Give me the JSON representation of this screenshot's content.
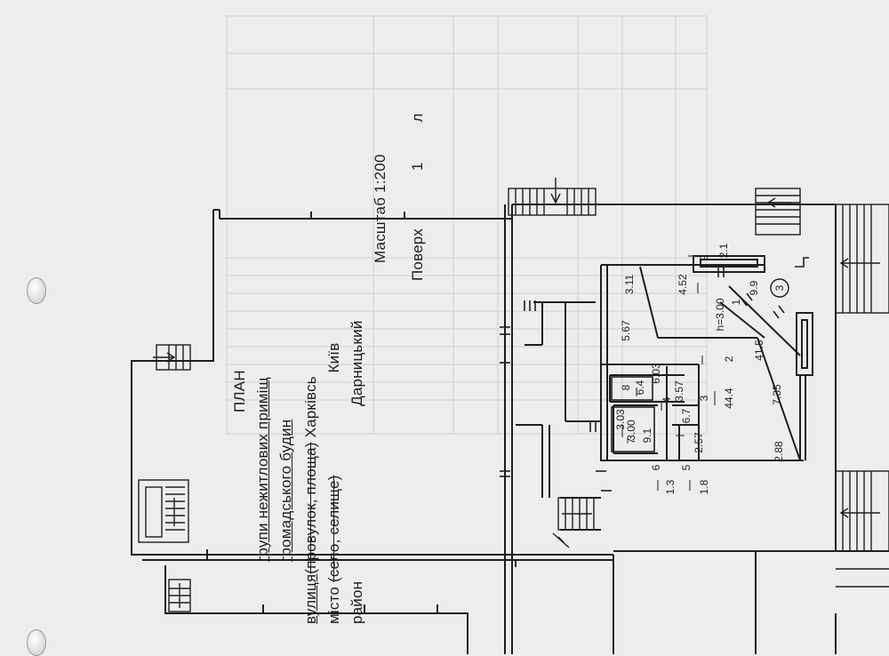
{
  "title_block": {
    "heading": "ПЛАН",
    "line1": "групи нежитлових приміщ",
    "line2": "громадського будин",
    "street_prefix": "вулиця",
    "street_struck": "(провулок, площа)",
    "street_name": "Харківсь",
    "city_prefix": "місто",
    "city_struck": "(село, селище)",
    "city_name": "Київ",
    "district_label": "район",
    "district_name": "Дарницький",
    "scale": "Масштаб 1:200",
    "floor_label": "Поверх",
    "floor_number": "1",
    "sheet_label": "л"
  },
  "plan": {
    "room_numbers": [
      "1",
      "2",
      "3",
      "4",
      "5",
      "6",
      "7",
      "8",
      "9"
    ],
    "room_areas": [
      "9.9",
      "41.5",
      "44.4",
      "6.7",
      "1.8",
      "1.3",
      "9.1",
      "6.4",
      "2.1"
    ],
    "ceiling_height": "h=3.00",
    "section_marker": "3",
    "dimensions": [
      "3.11",
      "4.52",
      "5.67",
      "6.03",
      "3.57",
      "3.03",
      "3.00",
      "2.57",
      "2.88",
      "7.35",
      "3.00"
    ]
  },
  "colors": {
    "paper": "#ededed",
    "ink": "#1e1e1e",
    "faint_table": "#c9c9c9"
  }
}
